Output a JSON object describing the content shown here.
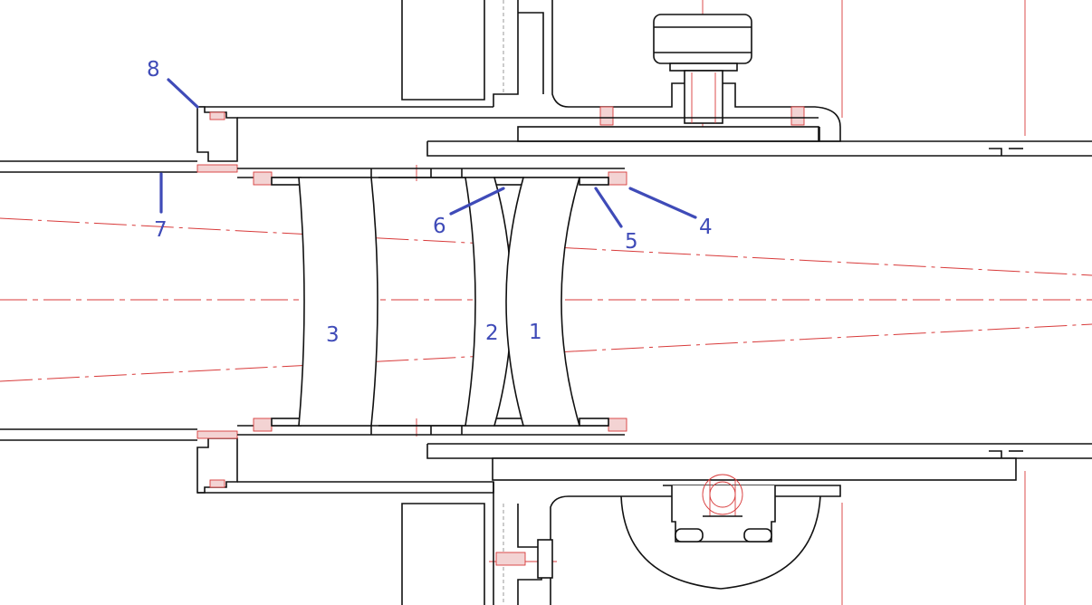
{
  "callouts": {
    "c1": "1",
    "c2": "2",
    "c3": "3",
    "c4": "4",
    "c5": "5",
    "c6": "6",
    "c7": "7",
    "c8": "8"
  },
  "colors": {
    "outline": "#111111",
    "construction": "#d83a3a",
    "callout": "#3f4bb8"
  }
}
